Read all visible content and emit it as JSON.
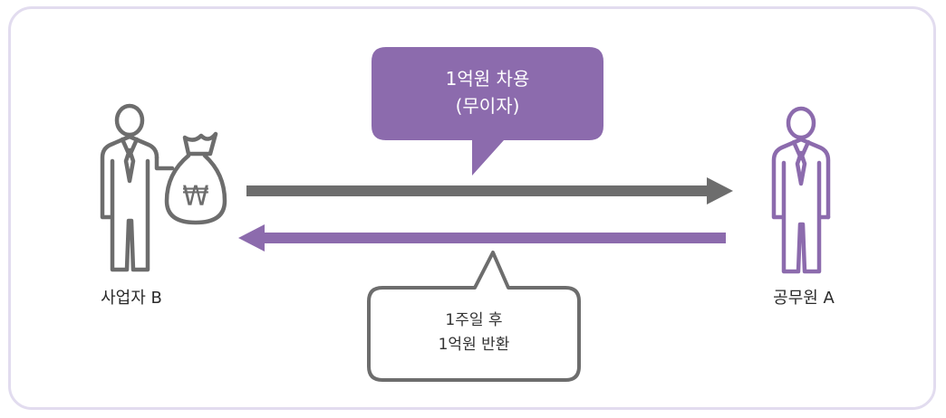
{
  "colors": {
    "frame_border": "#e2dcef",
    "gray": "#6d6d6d",
    "purple": "#8c6bad",
    "bubble_top_fill": "#8c6bad",
    "bubble_bottom_border": "#6d6d6d"
  },
  "icons": {
    "left_person": "businessman-icon",
    "money_bag": "money-bag-icon",
    "money_bag_symbol": "₩",
    "right_person": "official-icon"
  },
  "actors": {
    "left_label": "사업자 B",
    "right_label": "공무원 A"
  },
  "flows": {
    "top": {
      "direction": "right",
      "line1": "1억원 차용",
      "line2": "(무이자)"
    },
    "bottom": {
      "direction": "left",
      "line1": "1주일 후",
      "line2": "1억원 반환"
    }
  }
}
